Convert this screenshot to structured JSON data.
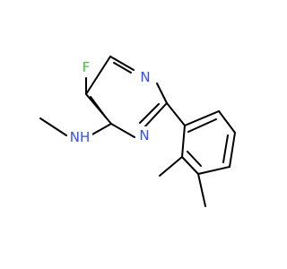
{
  "molecule": {
    "atoms": {
      "fluorine": {
        "label": "F",
        "color": "#33cc33"
      },
      "ring_n1": {
        "label": "N",
        "color": "#3050f8"
      },
      "ring_n3": {
        "label": "N",
        "color": "#3050f8"
      },
      "amine_nh": {
        "label": "NH",
        "color": "#3050f8"
      }
    },
    "bond_color": "#000000"
  }
}
